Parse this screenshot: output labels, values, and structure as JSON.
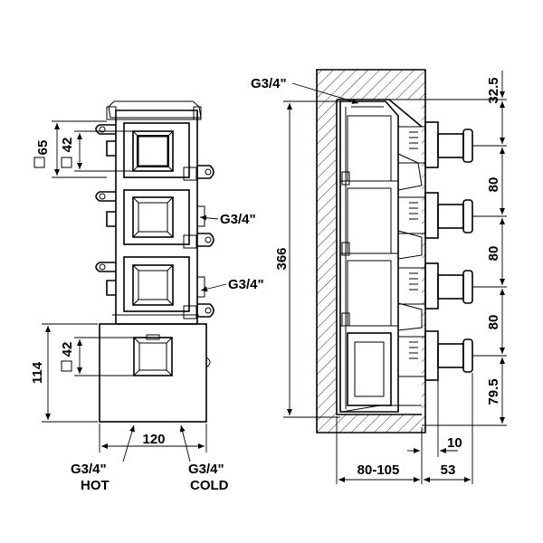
{
  "front_view": {
    "dim_65": "65",
    "dim_42_top": "42",
    "dim_42_bottom": "42",
    "dim_114": "114",
    "dim_120": "120",
    "thread_upper": "G3/4\"",
    "thread_middle": "G3/4\"",
    "thread_hot": "G3/4\"",
    "label_hot": "HOT",
    "thread_cold": "G3/4\"",
    "label_cold": "COLD"
  },
  "side_view": {
    "thread_top": "G3/4\"",
    "dim_366": "366",
    "dim_32_5": "32.5",
    "dim_80_a": "80",
    "dim_80_b": "80",
    "dim_80_c": "80",
    "dim_79_5": "79.5",
    "dim_10": "10",
    "dim_80_105": "80-105",
    "dim_53": "53"
  }
}
